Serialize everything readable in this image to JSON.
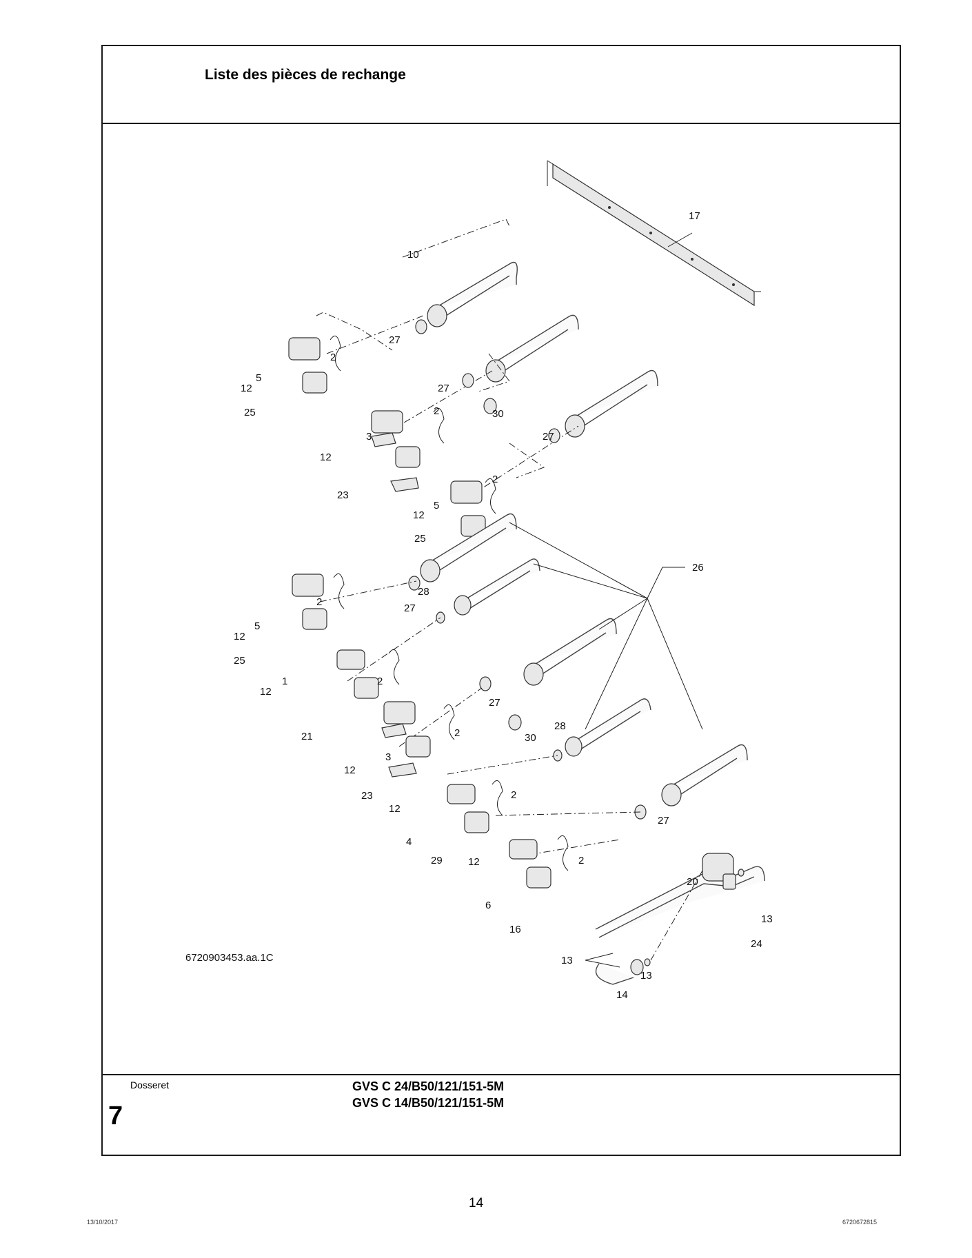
{
  "header": {
    "title": "Liste des pièces de rechange"
  },
  "drawing": {
    "figure_code": "6720903453.aa.1C",
    "callouts": [
      "1",
      "2",
      "3",
      "4",
      "5",
      "6",
      "10",
      "12",
      "13",
      "14",
      "16",
      "17",
      "20",
      "21",
      "23",
      "24",
      "25",
      "26",
      "27",
      "28",
      "29",
      "30"
    ]
  },
  "footer": {
    "section_label": "Dosseret",
    "chapter_number": "7",
    "model_line_1": "GVS C 24/B50/121/151-5M",
    "model_line_2": "GVS C 14/B50/121/151-5M"
  },
  "page": {
    "number": "14",
    "date": "13/10/2017",
    "doc_number": "6720672815"
  }
}
